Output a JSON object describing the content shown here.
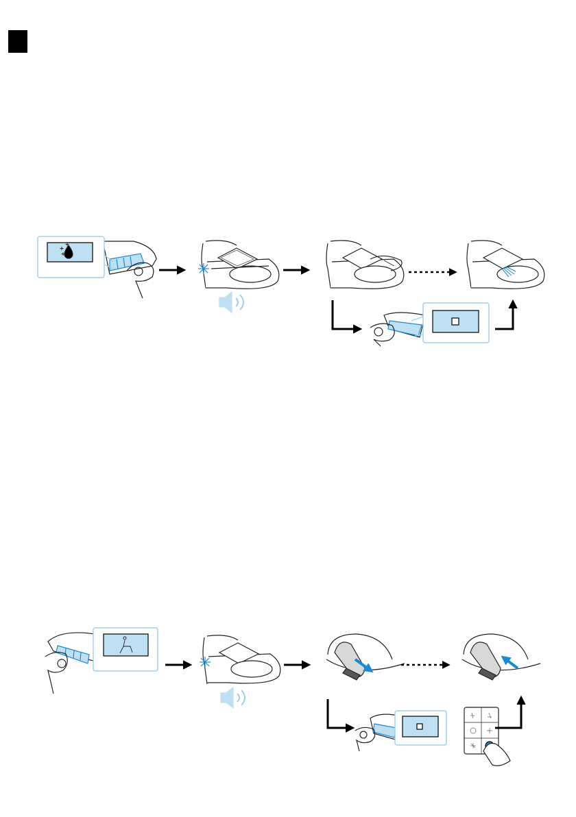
{
  "page": {
    "section_marker": "section-marker",
    "accent_color": "#1a8ad4",
    "lcd_fill": "#bfe0f2",
    "lcd_border": "#9dd0ec"
  },
  "procedure_top": {
    "name": "nozzle-cleaning-sequence",
    "display_1_icon": "nozzle-cleaning-drop-icon",
    "display_2_icon": "stop-square-icon",
    "sound_icon": "speaker-beep-icon"
  },
  "procedure_bottom": {
    "name": "nozzle-position-sequence",
    "display_1_icon": "seated-person-icon",
    "display_2_icon": "stop-square-icon",
    "sound_icon": "speaker-beep-icon",
    "remote_icons": [
      "rear-wash-icon",
      "front-wash-icon",
      "nozzle-clean-icon",
      "dryer-icon",
      "fan-icon",
      "stop-icon"
    ]
  }
}
